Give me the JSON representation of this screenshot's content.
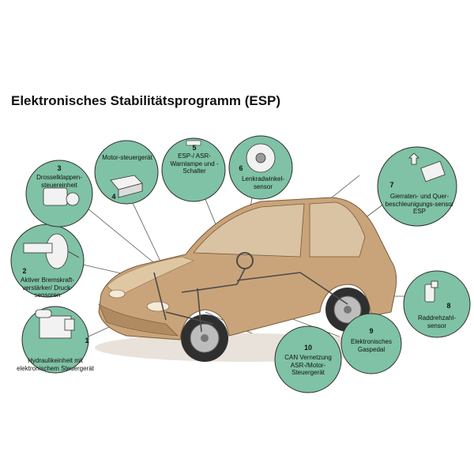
{
  "title": "Elektronisches Stabilitätsprogramm (ESP)",
  "colors": {
    "circle_fill": "#7fc2a5",
    "circle_stroke": "#2d2d2d",
    "car_body": "#c9a47a",
    "car_shadow": "#8f6b45",
    "leader": "#555555"
  },
  "components": [
    {
      "number": "1",
      "label": "Hydraulikeinheit mit elektronischem Steuergerät",
      "icon": "hydraulic-unit-icon"
    },
    {
      "number": "2",
      "label": "Aktiver Bremskraft-verstärker/ Druck-sensoren",
      "icon": "brake-booster-icon"
    },
    {
      "number": "3",
      "label": "Drosselklappen-steuereinheit",
      "icon": "throttle-body-icon"
    },
    {
      "number": "4",
      "label": "Motor-steuergerät",
      "icon": "engine-ecu-icon"
    },
    {
      "number": "5",
      "label": "ESP-/ ASR-Warnlampe und -Schalter",
      "icon": "warning-switch-icon"
    },
    {
      "number": "6",
      "label": "Lenkradwinkel-sensor",
      "icon": "steering-angle-sensor-icon"
    },
    {
      "number": "7",
      "label": "Gierraten- und Quer-beschleunigungs-sensor ESP",
      "icon": "yaw-rate-sensor-icon"
    },
    {
      "number": "8",
      "label": "Raddrehzahl-sensor",
      "icon": "wheel-speed-sensor-icon"
    },
    {
      "number": "9",
      "label": "Elektronisches Gaspedal",
      "icon": ""
    },
    {
      "number": "10",
      "label": "CAN Vernetzung ASR-/Motor-Steuergerät",
      "icon": ""
    }
  ]
}
